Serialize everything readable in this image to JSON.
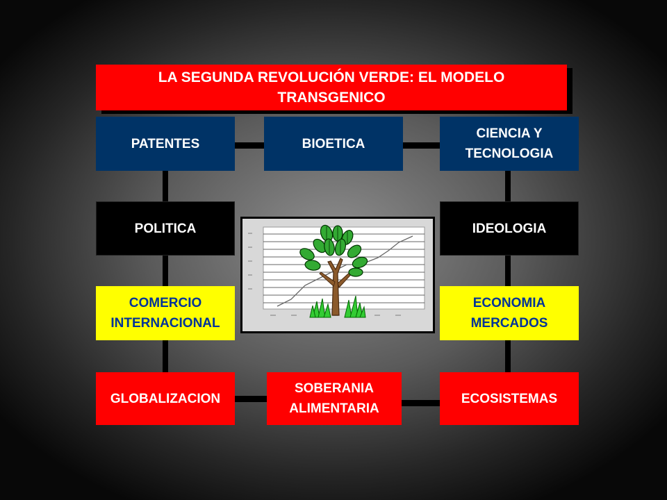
{
  "title": "LA SEGUNDA REVOLUCIÓN VERDE: EL  MODELO TRANSGENICO",
  "nodes": {
    "patentes": "PATENTES",
    "bioetica": "BIOETICA",
    "ciencia": "CIENCIA Y\nTECNOLOGIA",
    "politica": "POLITICA",
    "ideologia": "IDEOLOGIA",
    "comercio": "COMERCIO\nINTERNACIONAL",
    "economia": "ECONOMIA\nMERCADOS",
    "globalizacion": "GLOBALIZACION",
    "soberania": "SOBERANIA\nALIMENTARIA",
    "ecosistemas": "ECOSISTEMAS"
  },
  "colors": {
    "title_bg": "#ff0000",
    "blue": "#003366",
    "yellow": "#ffff00",
    "yellow_text": "#003399",
    "red": "#ff0000",
    "black": "#000000"
  },
  "illustration": {
    "icons": [
      "line-chart-icon",
      "tree-icon",
      "grass-icon"
    ]
  }
}
